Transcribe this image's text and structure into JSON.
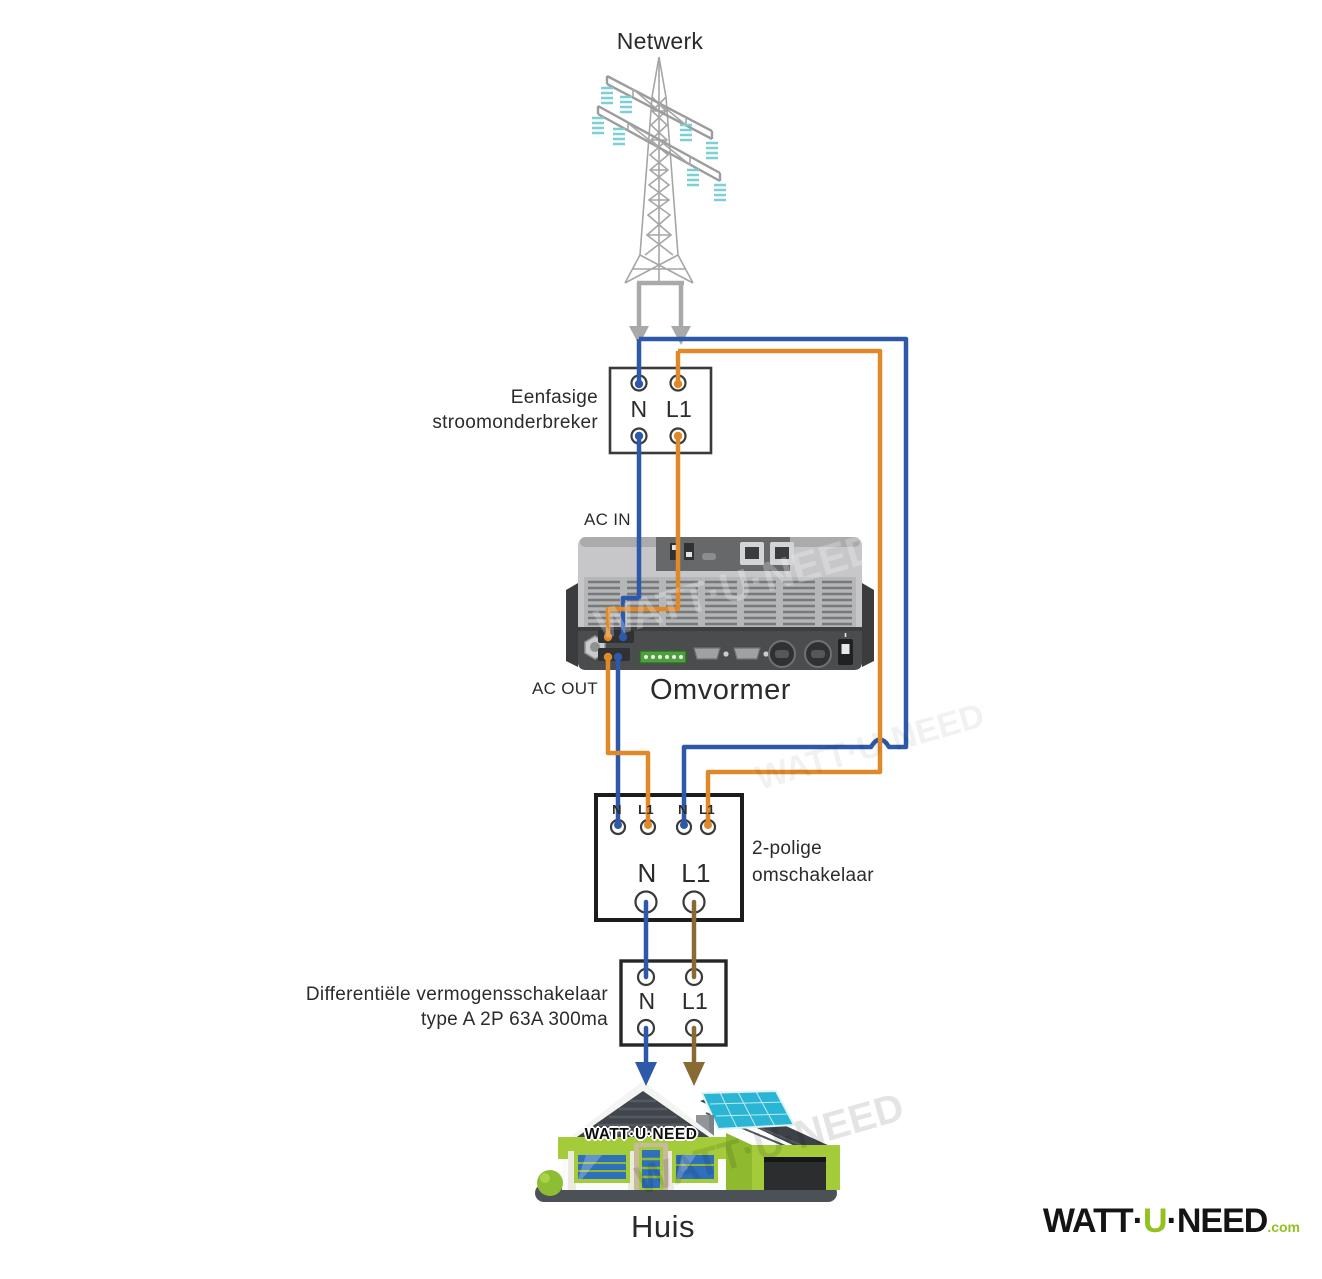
{
  "network": {
    "label": "Netwerk"
  },
  "grid_breaker": {
    "label_line1": "Eenfasige",
    "label_line2": "stroomonderbreker",
    "terminal_n": "N",
    "terminal_l1": "L1"
  },
  "inverter": {
    "ac_in_label": "AC IN",
    "ac_out_label": "AC OUT",
    "name": "Omvormer"
  },
  "changeover_switch": {
    "label_line1": "2-polige",
    "label_line2": "omschakelaar",
    "top_terminals": [
      "N",
      "L1",
      "N",
      "L1"
    ],
    "terminal_n": "N",
    "terminal_l1": "L1"
  },
  "differential_switch": {
    "label_line1": "Differentiële vermogensschakelaar",
    "label_line2": "type A 2P 63A 300ma",
    "terminal_n": "N",
    "terminal_l1": "L1"
  },
  "house": {
    "label": "Huis",
    "roof_text": "WATT·U·NEED"
  },
  "brand": {
    "watt": "WATT",
    "sep1": "·",
    "u": "U",
    "sep2": "·",
    "need": "NEED",
    "com": ".com"
  },
  "watermark": "WATT·U·NEED",
  "colors": {
    "wire_blue": "#2e59a8",
    "wire_orange": "#e0892b",
    "wire_brown": "#8a6a33",
    "arrow_gray": "#a9a9a9",
    "box_border": "#2b2b2b",
    "text": "#2b2b2b",
    "brand_green": "#93c11f",
    "house_green": "#a4cb3a",
    "insulator_teal": "#7ccfd4",
    "panel_teal": "#29b5d3"
  }
}
